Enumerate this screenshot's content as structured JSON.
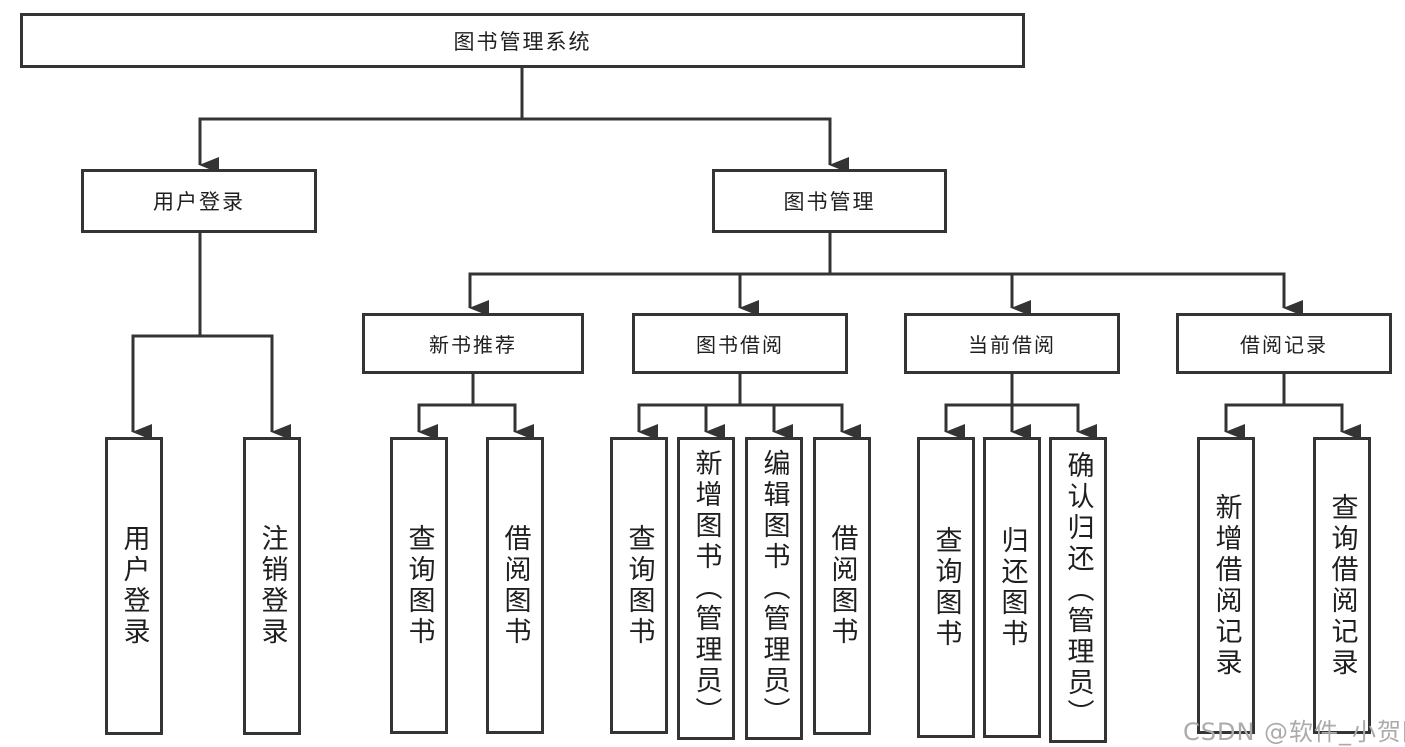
{
  "diagram": {
    "title": "图书管理系统",
    "nodes": {
      "root": {
        "label": "图书管理系统"
      },
      "user_login": {
        "label": "用户登录"
      },
      "book_mgmt": {
        "label": "图书管理"
      },
      "new_rec": {
        "label": "新书推荐"
      },
      "borrow": {
        "label": "图书借阅"
      },
      "current": {
        "label": "当前借阅"
      },
      "record": {
        "label": "借阅记录"
      },
      "leaf_login": {
        "label": "用户登录"
      },
      "leaf_logout": {
        "label": "注销登录"
      },
      "leaf_nr_query": {
        "label": "查询图书"
      },
      "leaf_nr_borrow": {
        "label": "借阅图书"
      },
      "leaf_bw_query": {
        "label": "查询图书"
      },
      "leaf_bw_add": {
        "label": "新增图书（管理员）"
      },
      "leaf_bw_edit": {
        "label": "编辑图书（管理员）"
      },
      "leaf_bw_borrow": {
        "label": "借阅图书"
      },
      "leaf_cu_query": {
        "label": "查询图书"
      },
      "leaf_cu_return": {
        "label": "归还图书"
      },
      "leaf_cu_confirm": {
        "label": "确认归还（管理员）"
      },
      "leaf_rc_add": {
        "label": "新增借阅记录"
      },
      "leaf_rc_query": {
        "label": "查询借阅记录"
      }
    }
  },
  "watermark": {
    "text": "CSDN @软件_小贺同学"
  },
  "colors": {
    "line": "#343434",
    "box_border": "#343434",
    "text": "#1f1f1f",
    "background": "#ffffff",
    "watermark": "#ababab"
  }
}
